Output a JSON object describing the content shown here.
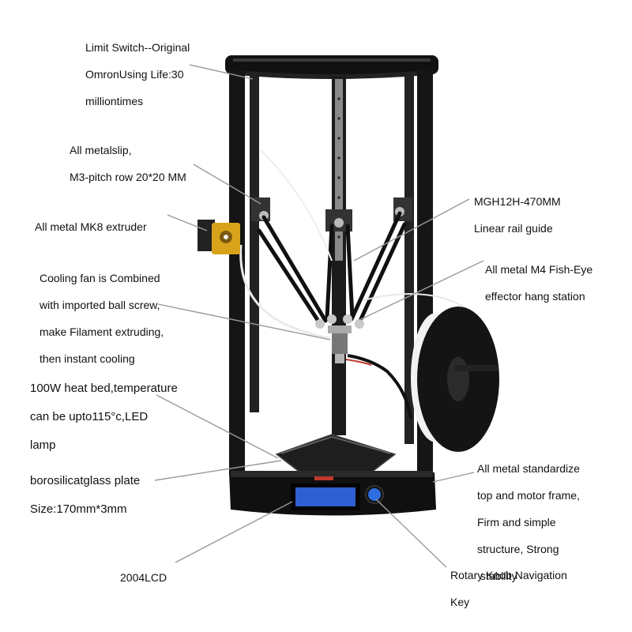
{
  "colors": {
    "frame": "#111111",
    "rail": "#2a2a2a",
    "rod": "#1a1a1a",
    "extruder_gold": "#d9a21b",
    "lcd_screen": "#2f5fd0",
    "knob_blue": "#2d6fe0",
    "filament": "#f2f2f2",
    "leader": "#9a9a9a",
    "bed": "#1e1e1e",
    "wire_red": "#c0392b"
  },
  "annotations": {
    "limit_switch": [
      "Limit Switch--Original",
      "OmronUsing Life:30",
      "milliontimes"
    ],
    "metal_slip": [
      "All metalslip,",
      "M3-pitch row 20*20 MM"
    ],
    "extruder": [
      "All metal MK8 extruder"
    ],
    "cooling_fan": [
      "Cooling fan is Combined",
      "with imported ball screw,",
      "make Filament extruding,",
      "then instant cooling"
    ],
    "heat_bed": [
      "100W  heat bed,temperature",
      "can be upto115°c,LED",
      "lamp"
    ],
    "glass_plate": [
      "borosilicatglass plate",
      "Size:170mm*3mm"
    ],
    "lcd": [
      "2004LCD"
    ],
    "rail_guide": [
      "MGH12H-470MM",
      "Linear rail guide"
    ],
    "fish_eye": [
      "All metal M4 Fish-Eye",
      "effector hang station"
    ],
    "frame": [
      "All metal standardize",
      "top and motor frame,",
      "Firm and simple",
      "structure, Strong",
      " stability"
    ],
    "rotary_knob": [
      "Rotary Knob Navigation",
      "Key"
    ]
  }
}
